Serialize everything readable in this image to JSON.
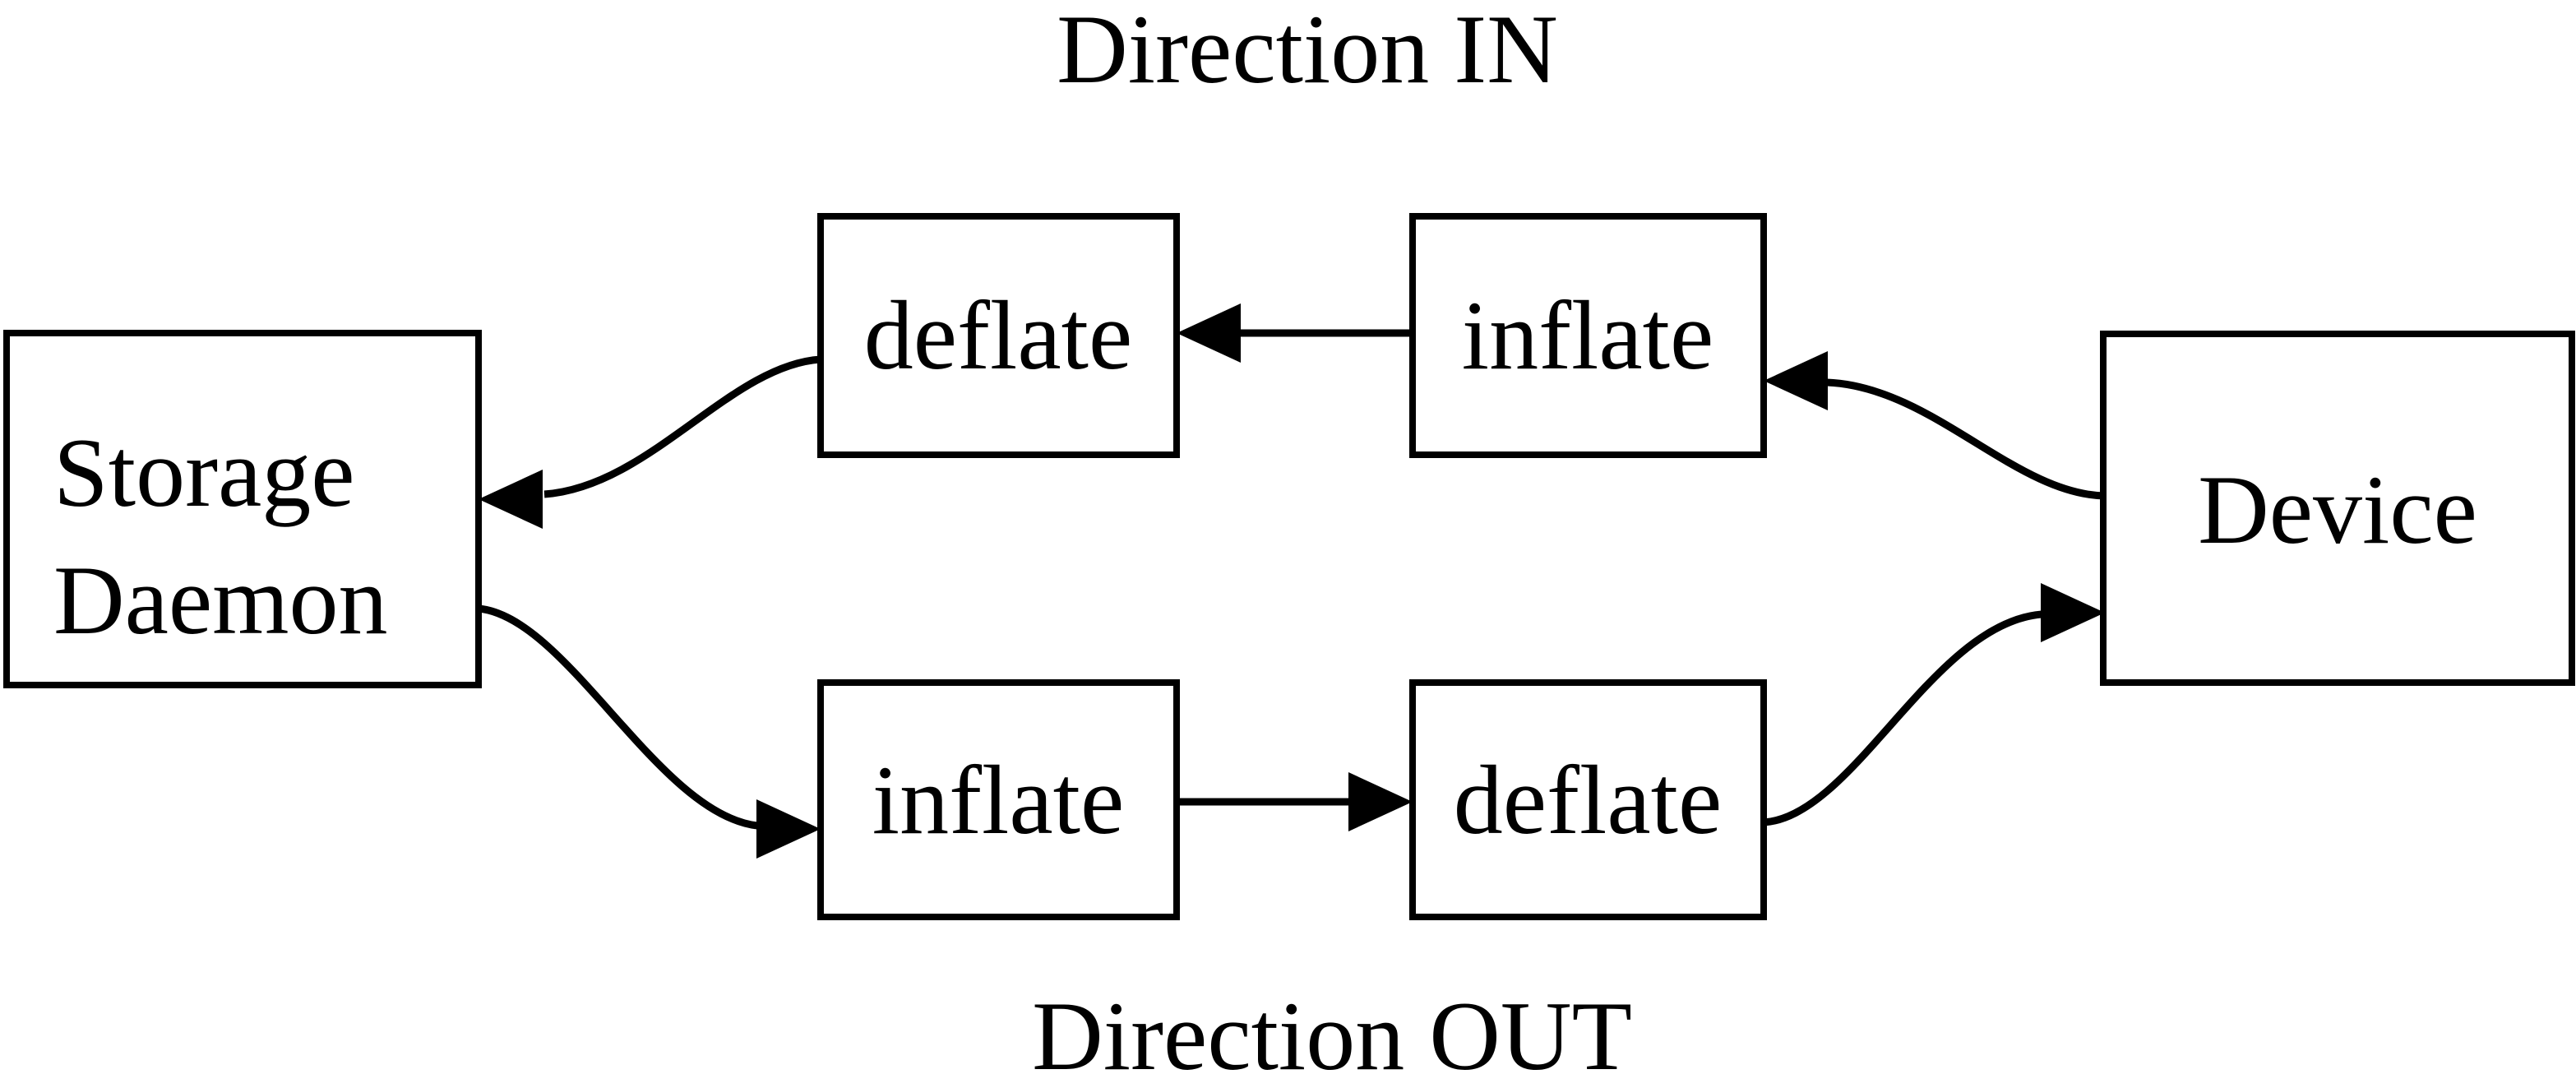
{
  "diagram": {
    "background_color": "#ffffff",
    "stroke_color": "#000000",
    "text_color": "#000000",
    "direction_in_label": "Direction IN",
    "direction_out_label": "Direction OUT",
    "nodes": {
      "storage_daemon": {
        "line1": "Storage",
        "line2": "Daemon"
      },
      "deflate_in": {
        "label": "deflate"
      },
      "inflate_in": {
        "label": "inflate"
      },
      "inflate_out": {
        "label": "inflate"
      },
      "deflate_out": {
        "label": "deflate"
      },
      "device": {
        "label": "Device"
      }
    },
    "edges": [
      {
        "from": "device",
        "to": "inflate_in",
        "direction": "IN"
      },
      {
        "from": "inflate_in",
        "to": "deflate_in",
        "direction": "IN"
      },
      {
        "from": "deflate_in",
        "to": "storage_daemon",
        "direction": "IN"
      },
      {
        "from": "storage_daemon",
        "to": "inflate_out",
        "direction": "OUT"
      },
      {
        "from": "inflate_out",
        "to": "deflate_out",
        "direction": "OUT"
      },
      {
        "from": "deflate_out",
        "to": "device",
        "direction": "OUT"
      }
    ]
  }
}
